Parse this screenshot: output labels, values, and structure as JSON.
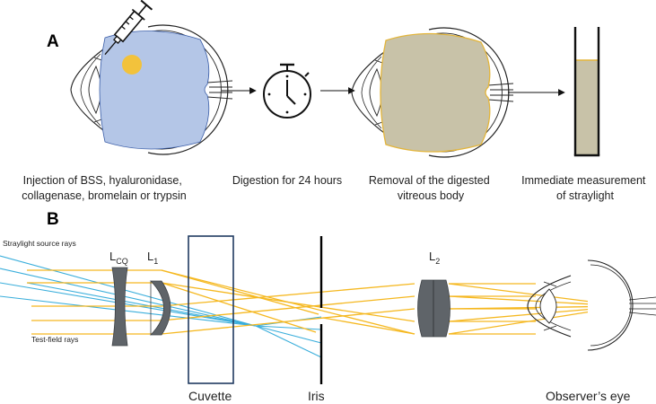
{
  "panel_a": {
    "label": "A",
    "captions": {
      "step1": [
        "Injection of BSS, hyaluronidase,",
        "collagenase, bromelain or trypsin"
      ],
      "step2": [
        "Digestion for 24 hours"
      ],
      "step3": [
        "Removal of the digested",
        "vitreous body"
      ],
      "step4": [
        "Immediate measurement",
        "of straylight"
      ]
    }
  },
  "panel_b": {
    "label": "B",
    "ray_labels": {
      "straylight": "Straylight source rays",
      "testfield": "Test-field rays"
    },
    "lens_labels": {
      "lcq_base": "L",
      "lcq_sub": "CQ",
      "l1_base": "L",
      "l1_sub": "1",
      "l2_base": "L",
      "l2_sub": "2"
    },
    "bottom_labels": {
      "cuvette": "Cuvette",
      "iris": "Iris",
      "eye": "Observer’s eye"
    }
  },
  "colors": {
    "vitreous": "#b4c6e7",
    "injection_dot": "#f2c23c",
    "digested": "#c8c2a8",
    "digested_border": "#e3b53b",
    "test_ray": "#f5b820",
    "stray_ray": "#3aaedb",
    "lens": "#5f6469",
    "cuvette_frame": "#1f3a60"
  }
}
